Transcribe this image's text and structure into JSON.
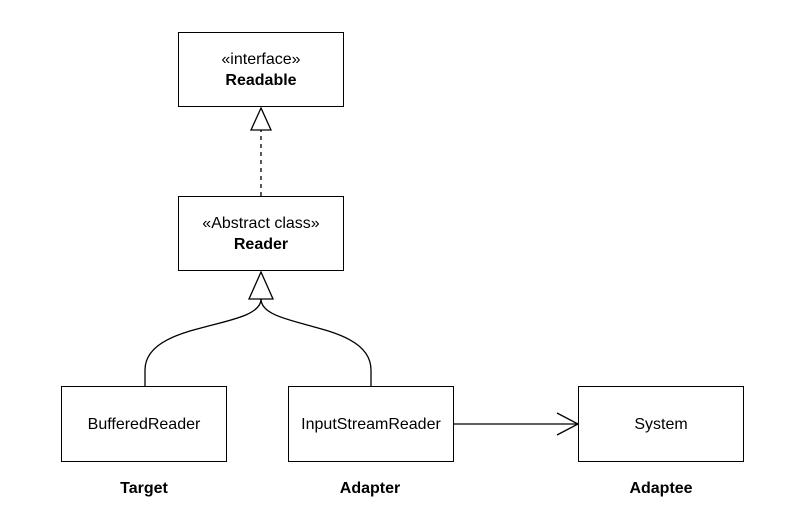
{
  "diagram": {
    "nodes": {
      "readable": {
        "stereotype": "«interface»",
        "name": "Readable"
      },
      "reader": {
        "stereotype": "«Abstract class»",
        "name": "Reader"
      },
      "buffered_reader": {
        "name": "BufferedReader"
      },
      "input_stream_reader": {
        "name": "InputStreamReader"
      },
      "system": {
        "name": "System"
      }
    },
    "roles": {
      "target": "Target",
      "adapter": "Adapter",
      "adaptee": "Adaptee"
    },
    "edges": [
      {
        "from": "reader",
        "to": "readable",
        "kind": "realization"
      },
      {
        "from": "buffered_reader",
        "to": "reader",
        "kind": "generalization"
      },
      {
        "from": "input_stream_reader",
        "to": "reader",
        "kind": "generalization"
      },
      {
        "from": "input_stream_reader",
        "to": "system",
        "kind": "association"
      }
    ],
    "colors": {
      "stroke": "#000000",
      "fill": "#ffffff"
    }
  }
}
